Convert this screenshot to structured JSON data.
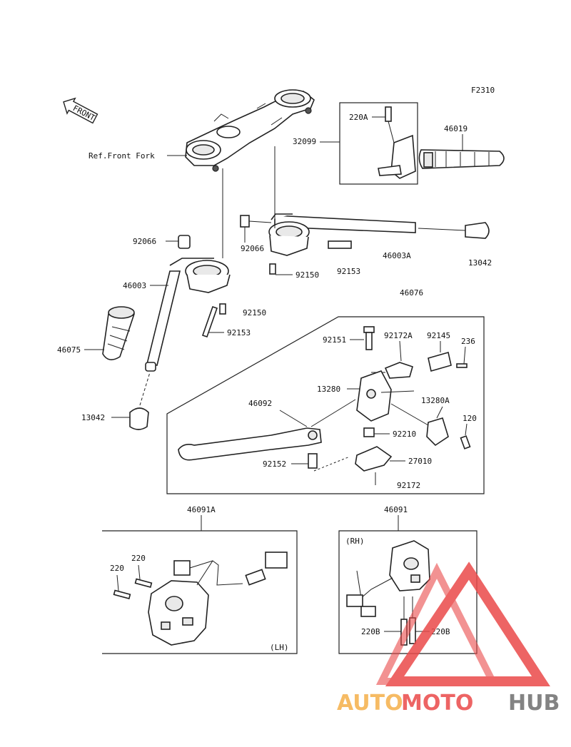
{
  "diagram": {
    "figure_code": "F2310",
    "front_arrow": "FRONT",
    "ref_front_fork": "Ref.Front Fork",
    "parts": {
      "p32099": "32099",
      "p220A": "220A",
      "p46019": "46019",
      "p92066_right": "92066",
      "p46003A": "46003A",
      "p13042_right": "13042",
      "p92150_right": "92150",
      "p92153_right": "92153",
      "p46076": "46076",
      "p92066_left": "92066",
      "p46003": "46003",
      "p92150_left": "92150",
      "p92153_left": "92153",
      "p46075": "46075",
      "p13042_left": "13042",
      "p92151": "92151",
      "p92172A": "92172A",
      "p92145": "92145",
      "p236": "236",
      "p13280": "13280",
      "p13280A": "13280A",
      "p46092": "46092",
      "p120": "120",
      "p92210": "92210",
      "p92152": "92152",
      "p27010": "27010",
      "p92172": "92172",
      "p46091A": "46091A",
      "p220_a": "220",
      "p220_b": "220",
      "p46091": "46091",
      "p220B_a": "220B",
      "p220B_b": "220B"
    },
    "side_lh": "(LH)",
    "side_rh": "(RH)"
  },
  "watermark": {
    "part1": "AUTO",
    "part2": "MOTO",
    "part3": "HUB",
    "color_orange": "#f5b04a",
    "color_red": "#ea4a4a",
    "color_gray": "#6e6e6e"
  }
}
